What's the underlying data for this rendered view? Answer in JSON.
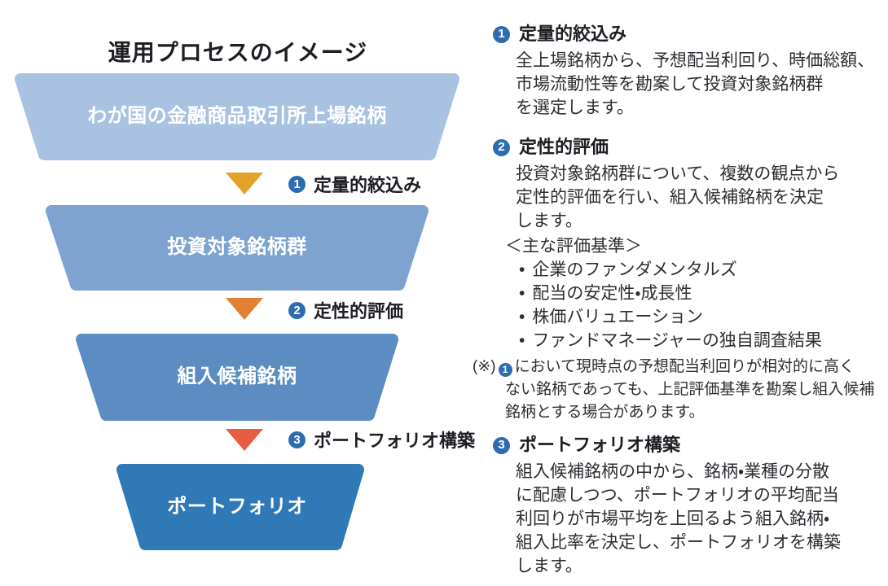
{
  "title": "運用プロセスのイメージ",
  "colors": {
    "stage1": "#a9c2e1",
    "stage2": "#7fa3d0",
    "stage3": "#5c8cc1",
    "stage4": "#2f79b6",
    "arrow1": "#e3a32a",
    "arrow2": "#e28133",
    "arrow3": "#e75b42",
    "number_badge": "#2d6cb1",
    "stage_label_text": "#ffffff",
    "heading_text": "#1f1c23",
    "body_text": "#2e2d33"
  },
  "funnel": {
    "stages": [
      {
        "label": "わが国の金融商品取引所上場銘柄",
        "color": "#a9c2e1"
      },
      {
        "label": "投資対象銘柄群",
        "color": "#7fa3d0"
      },
      {
        "label": "組入候補銘柄",
        "color": "#5c8cc1"
      },
      {
        "label": "ポートフォリオ",
        "color": "#2f79b6"
      }
    ],
    "arrows": [
      {
        "number": "1",
        "label": "定量的絞込み",
        "color": "#e3a32a"
      },
      {
        "number": "2",
        "label": "定性的評価",
        "color": "#e28133"
      },
      {
        "number": "3",
        "label": "ポートフォリオ構築",
        "color": "#e75b42"
      }
    ]
  },
  "details": {
    "sections": [
      {
        "number": "1",
        "heading": "定量的絞込み",
        "lines": [
          "全上場銘柄から、予想配当利回り、時価総額、",
          "市場流動性等を勘案して投資対象銘柄群",
          "を選定します。"
        ]
      },
      {
        "number": "2",
        "heading": "定性的評価",
        "lines": [
          "投資対象銘柄群について、複数の観点から",
          "定性的評価を行い、組入候補銘柄を決定",
          "します。"
        ],
        "criteria_title": "＜主な評価基準＞",
        "bullets": [
          "企業のファンダメンタルズ",
          "配当の安定性・成長性",
          "株価バリュエーション",
          "ファンドマネージャーの独自調査結果"
        ],
        "note": {
          "prefix": "(※)",
          "badge": "1",
          "line1": "において現時点の予想配当利回りが相対的に高く",
          "line2": "ない銘柄であっても、上記評価基準を勘案し組入候補",
          "line3": "銘柄とする場合があります。"
        }
      },
      {
        "number": "3",
        "heading": "ポートフォリオ構築",
        "lines": [
          "組入候補銘柄の中から、銘柄・業種の分散",
          "に配慮しつつ、ポートフォリオの平均配当",
          "利回りが市場平均を上回るよう組入銘柄・",
          "組入比率を決定し、ポートフォリオを構築",
          "します。"
        ]
      }
    ]
  }
}
